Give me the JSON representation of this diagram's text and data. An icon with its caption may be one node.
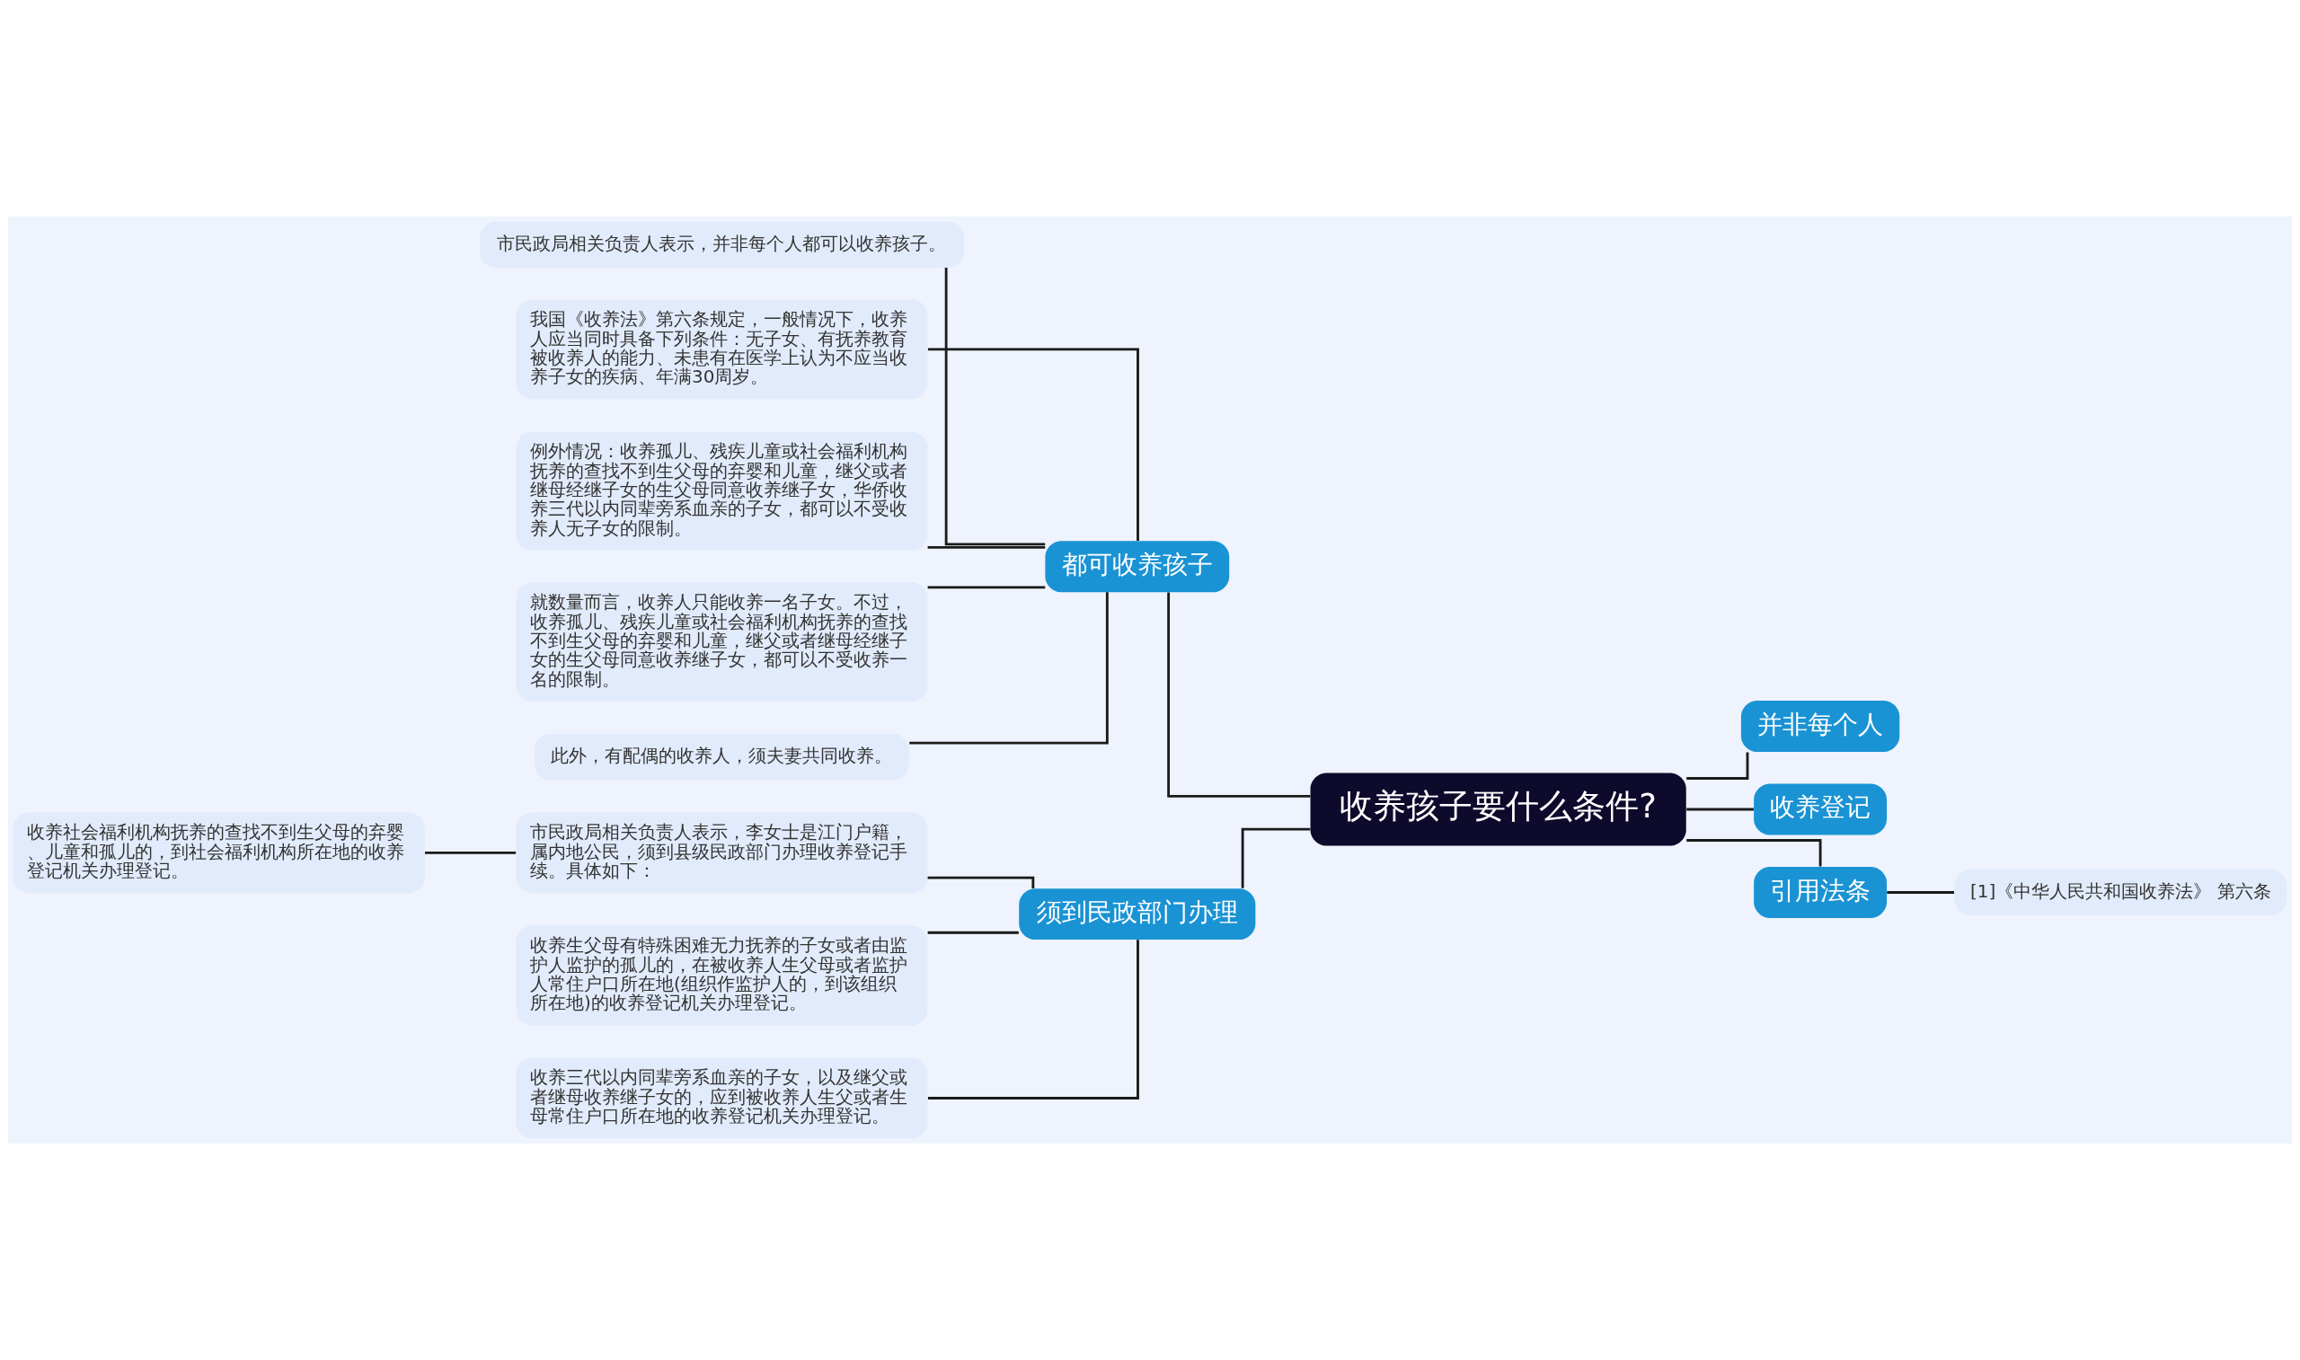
{
  "diagram": {
    "nodes": [
      {
        "text": [
          "收养孩子要什么条件?"
        ]
      },
      {
        "text": [
          "都可收养孩子"
        ]
      },
      {
        "text": [
          "市民政局相关负责人表示，并非每个人都可以收养孩子。"
        ]
      },
      {
        "text": [
          "我国《收养法》第六条规定，一般情况下，收养人应当同时具备下列条件：无子女、有抚养教育被收养人的能力、未患有在医学上认为不应当收养子女的疾病、年满30周岁。"
        ]
      },
      {
        "text": [
          "例外情况：收养孤儿、残疾儿童或社会福利机构抚养的查找不到生父母的弃婴和儿童，继父或者继母经继子女的生父母同意收养继子女，华侨收养三代以内同辈旁系血亲的子女，都可以不受收养人无子女的限制。"
        ]
      },
      {
        "text": [
          "就数量而言，收养人只能收养一名子女。不过，收养孤儿、残疾儿童或社会福利机构抚养的查找不到生父母的弃婴和儿童，继父或者继母经继子女的生父母同意收养继子女，都可以不受收养一名的限制。"
        ]
      },
      {
        "text": [
          "此外，有配偶的收养人，须夫妻共同收养。"
        ]
      },
      {
        "text": [
          "须到民政部门办理"
        ]
      },
      {
        "text": [
          "市民政局相关负责人表示，李女士是江门户籍，属内地公民，须到县级民政部门办理收养登记手续。具体如下："
        ]
      },
      {
        "text": [
          "收养生父母有特殊困难无力抚养的子女或者由监护人监护的孤儿的，在被收养人生父母或者监护人常住户口所在地(组织作监护人的，到该组织所在地)的收养登记机关办理登记。"
        ]
      },
      {
        "text": [
          "收养三代以内同辈旁系血亲的子女，以及继父或者继母收养继子女的，应到被收养人生父或者生母常住户口所在地的收养登记机关办理登记。"
        ]
      },
      {
        "text": [
          "收养社会福利机构抚养的查找不到生父母的弃婴、儿童和孤儿的，到社会福利机构所在地的收养登记机关办理登记。"
        ]
      },
      {
        "text": [
          "并非每个人"
        ]
      },
      {
        "text": [
          "收养登记"
        ]
      },
      {
        "text": [
          "引用法条"
        ]
      },
      {
        "text": [
          "[1]《中华人民共和国收养法》 第六条"
        ]
      }
    ],
    "edges": [
      {
        "from": 0,
        "to": 1,
        "arrow": "none"
      },
      {
        "from": 1,
        "to": 2,
        "arrow": "none"
      },
      {
        "from": 1,
        "to": 3,
        "arrow": "none"
      },
      {
        "from": 1,
        "to": 4,
        "arrow": "none"
      },
      {
        "from": 1,
        "to": 5,
        "arrow": "none"
      },
      {
        "from": 1,
        "to": 6,
        "arrow": "none"
      },
      {
        "from": 0,
        "to": 7,
        "arrow": "none"
      },
      {
        "from": 7,
        "to": 8,
        "arrow": "none"
      },
      {
        "from": 7,
        "to": 9,
        "arrow": "none"
      },
      {
        "from": 7,
        "to": 10,
        "arrow": "none"
      },
      {
        "from": 8,
        "to": 11,
        "arrow": "none"
      },
      {
        "from": 0,
        "to": 12,
        "arrow": "none"
      },
      {
        "from": 0,
        "to": 13,
        "arrow": "none"
      },
      {
        "from": 0,
        "to": 14,
        "arrow": "none"
      },
      {
        "from": 14,
        "to": 15,
        "arrow": "none"
      }
    ]
  }
}
